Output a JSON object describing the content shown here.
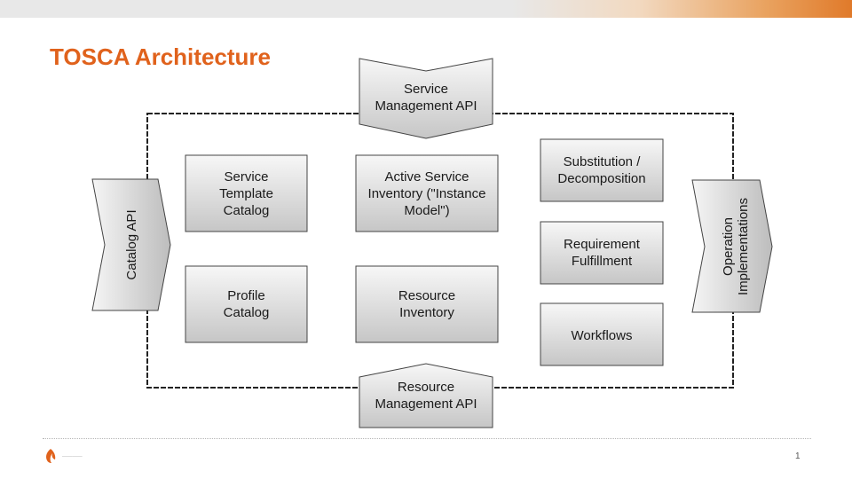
{
  "slide": {
    "title": "TOSCA Architecture",
    "page_number": "1"
  },
  "apis": {
    "service_management": "Service\nManagement API",
    "resource_management": "Resource\nManagement API",
    "catalog": "Catalog API",
    "operation_implementations": "Operation\nImplementations"
  },
  "boxes": {
    "service_template_catalog": "Service\nTemplate\nCatalog",
    "active_service_inventory": "Active Service\nInventory (\"Instance\nModel\")",
    "profile_catalog": "Profile\nCatalog",
    "resource_inventory": "Resource\nInventory",
    "substitution_decomposition": "Substitution /\nDecomposition",
    "requirement_fulfillment": "Requirement\nFulfillment",
    "workflows": "Workflows"
  },
  "colors": {
    "title": "#e0621c",
    "box_fill_top": "#f7f7f7",
    "box_fill_bottom": "#c8c8c8",
    "border": "#222222"
  }
}
